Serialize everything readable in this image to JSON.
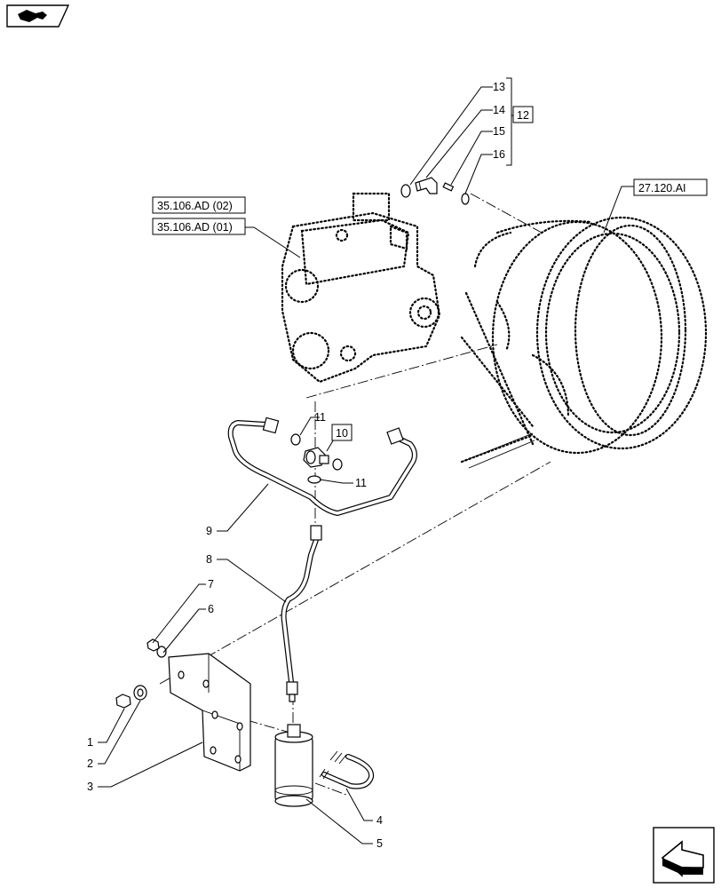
{
  "callouts": {
    "c1": "1",
    "c2": "2",
    "c3": "3",
    "c4": "4",
    "c5": "5",
    "c6": "6",
    "c7": "7",
    "c8": "8",
    "c9": "9",
    "c11a": "11",
    "c11b": "11",
    "c13": "13",
    "c14": "14",
    "c15": "15",
    "c16": "16"
  },
  "refs": {
    "r10": "10",
    "r12": "12",
    "r_pump_02": "35.106.AD (02)",
    "r_pump_01": "35.106.AD (01)",
    "r_axle": "27.120.AI"
  },
  "icons": {
    "top_left": "view-orientation-icon",
    "bottom_right": "next-page-arrow-icon"
  },
  "colors": {
    "line": "#000000",
    "background": "#ffffff"
  }
}
